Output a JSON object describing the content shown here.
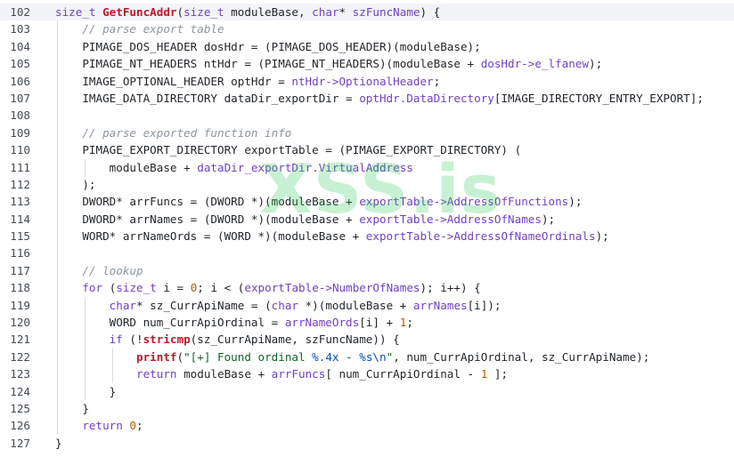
{
  "editor": {
    "lines": [
      {
        "n": "102",
        "indent": 0,
        "tokens": [
          [
            "kw",
            "size_t "
          ],
          [
            "fn",
            "GetFuncAddr"
          ],
          [
            "t",
            "("
          ],
          [
            "kw",
            "size_t "
          ],
          [
            "t",
            "moduleBase, "
          ],
          [
            "kw",
            "char"
          ],
          [
            "t",
            "* "
          ],
          [
            "nm",
            "szFuncName"
          ],
          [
            "t",
            ") {"
          ]
        ]
      },
      {
        "n": "103",
        "indent": 1,
        "tokens": [
          [
            "cm",
            "// parse export table"
          ]
        ]
      },
      {
        "n": "104",
        "indent": 1,
        "tokens": [
          [
            "t",
            "PIMAGE_DOS_HEADER dosHdr = (PIMAGE_DOS_HEADER)(moduleBase);"
          ]
        ]
      },
      {
        "n": "105",
        "indent": 1,
        "tokens": [
          [
            "t",
            "PIMAGE_NT_HEADERS ntHdr = (PIMAGE_NT_HEADERS)(moduleBase + "
          ],
          [
            "nm",
            "dosHdr->e_lfanew"
          ],
          [
            "t",
            ");"
          ]
        ]
      },
      {
        "n": "106",
        "indent": 1,
        "tokens": [
          [
            "t",
            "IMAGE_OPTIONAL_HEADER optHdr = "
          ],
          [
            "nm",
            "ntHdr->OptionalHeader"
          ],
          [
            "t",
            ";"
          ]
        ]
      },
      {
        "n": "107",
        "indent": 1,
        "tokens": [
          [
            "t",
            "IMAGE_DATA_DIRECTORY dataDir_exportDir = "
          ],
          [
            "nm",
            "optHdr.DataDirectory"
          ],
          [
            "t",
            "[IMAGE_DIRECTORY_ENTRY_EXPORT];"
          ]
        ]
      },
      {
        "n": "108",
        "indent": 1,
        "tokens": []
      },
      {
        "n": "109",
        "indent": 1,
        "tokens": [
          [
            "cm",
            "// parse exported function info"
          ]
        ]
      },
      {
        "n": "110",
        "indent": 1,
        "tokens": [
          [
            "t",
            "PIMAGE_EXPORT_DIRECTORY exportTable = (PIMAGE_EXPORT_DIRECTORY) ("
          ]
        ]
      },
      {
        "n": "111",
        "indent": 2,
        "tokens": [
          [
            "t",
            "moduleBase + "
          ],
          [
            "nm",
            "dataDir_exportDir.VirtualAddress"
          ]
        ]
      },
      {
        "n": "112",
        "indent": 1,
        "tokens": [
          [
            "t",
            ");"
          ]
        ]
      },
      {
        "n": "113",
        "indent": 1,
        "tokens": [
          [
            "t",
            "DWORD* arrFuncs = (DWORD *)(moduleBase + "
          ],
          [
            "nm",
            "exportTable->AddressOfFunctions"
          ],
          [
            "t",
            ");"
          ]
        ]
      },
      {
        "n": "114",
        "indent": 1,
        "tokens": [
          [
            "t",
            "DWORD* arrNames = (DWORD *)(moduleBase + "
          ],
          [
            "nm",
            "exportTable->AddressOfNames"
          ],
          [
            "t",
            ");"
          ]
        ]
      },
      {
        "n": "115",
        "indent": 1,
        "tokens": [
          [
            "t",
            "WORD* arrNameOrds = (WORD *)(moduleBase + "
          ],
          [
            "nm",
            "exportTable->AddressOfNameOrdinals"
          ],
          [
            "t",
            ");"
          ]
        ]
      },
      {
        "n": "116",
        "indent": 1,
        "tokens": []
      },
      {
        "n": "117",
        "indent": 1,
        "tokens": [
          [
            "cm",
            "// lookup"
          ]
        ]
      },
      {
        "n": "118",
        "indent": 1,
        "tokens": [
          [
            "kw",
            "for "
          ],
          [
            "t",
            "("
          ],
          [
            "kw",
            "size_t "
          ],
          [
            "t",
            "i = "
          ],
          [
            "num",
            "0"
          ],
          [
            "t",
            "; i < ("
          ],
          [
            "nm",
            "exportTable->NumberOfNames"
          ],
          [
            "t",
            "); i++) {"
          ]
        ]
      },
      {
        "n": "119",
        "indent": 2,
        "tokens": [
          [
            "kw",
            "char"
          ],
          [
            "t",
            "* sz_CurrApiName = ("
          ],
          [
            "kw",
            "char "
          ],
          [
            "t",
            "*)(moduleBase + "
          ],
          [
            "nm",
            "arrNames"
          ],
          [
            "t",
            "[i]);"
          ]
        ]
      },
      {
        "n": "120",
        "indent": 2,
        "tokens": [
          [
            "t",
            "WORD num_CurrApiOrdinal = "
          ],
          [
            "nm",
            "arrNameOrds"
          ],
          [
            "t",
            "[i] + "
          ],
          [
            "num",
            "1"
          ],
          [
            "t",
            ";"
          ]
        ]
      },
      {
        "n": "121",
        "indent": 2,
        "tokens": [
          [
            "kw",
            "if "
          ],
          [
            "t",
            "(!"
          ],
          [
            "fn",
            "stricmp"
          ],
          [
            "t",
            "(sz_CurrApiName, szFuncName)) {"
          ]
        ]
      },
      {
        "n": "122",
        "indent": 3,
        "tokens": [
          [
            "fn",
            "printf"
          ],
          [
            "t",
            "("
          ],
          [
            "str",
            "\"[+] Found ordinal "
          ],
          [
            "esc",
            "%.4x"
          ],
          [
            "str",
            " - "
          ],
          [
            "esc",
            "%s\\n"
          ],
          [
            "str",
            "\""
          ],
          [
            "t",
            ", num_CurrApiOrdinal, sz_CurrApiName);"
          ]
        ]
      },
      {
        "n": "123",
        "indent": 3,
        "tokens": [
          [
            "kw",
            "return "
          ],
          [
            "t",
            "moduleBase + "
          ],
          [
            "nm",
            "arrFuncs"
          ],
          [
            "t",
            "[ num_CurrApiOrdinal - "
          ],
          [
            "num",
            "1"
          ],
          [
            "t",
            " ];"
          ]
        ]
      },
      {
        "n": "124",
        "indent": 2,
        "tokens": [
          [
            "t",
            "}"
          ]
        ]
      },
      {
        "n": "125",
        "indent": 1,
        "tokens": [
          [
            "t",
            "}"
          ]
        ]
      },
      {
        "n": "126",
        "indent": 1,
        "tokens": [
          [
            "kw",
            "return "
          ],
          [
            "num",
            "0"
          ],
          [
            "t",
            ";"
          ]
        ]
      },
      {
        "n": "127",
        "indent": 0,
        "tokens": [
          [
            "t",
            "}"
          ]
        ]
      }
    ]
  },
  "watermark": {
    "text": "XSS.is"
  },
  "colors": {
    "background": "#ffffff",
    "keyword": "#6f42c1",
    "function": "#c0162d",
    "comment": "#8c959f",
    "number": "#b35900",
    "string": "#116329",
    "escape": "#0550ae",
    "watermark": "#28c850"
  }
}
